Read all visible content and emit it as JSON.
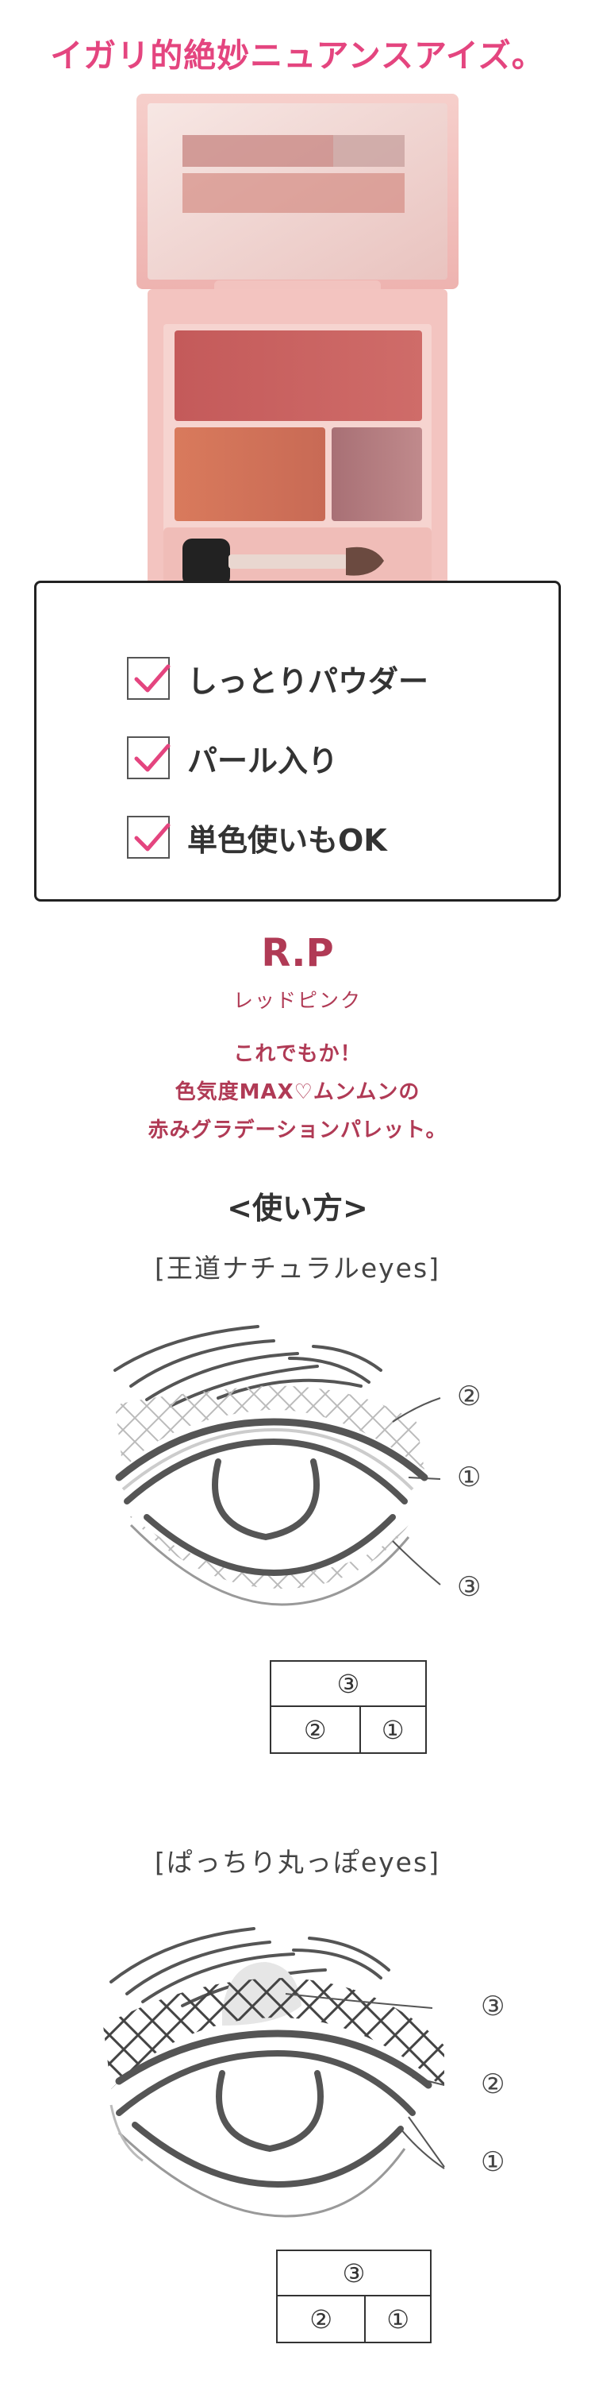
{
  "headline": "イガリ的絶妙ニュアンスアイズ。",
  "features": [
    "しっとりパウダー",
    "パール入り",
    "単色使いもOK"
  ],
  "product": {
    "code": "R.P",
    "shade_name": "レッドピンク",
    "description": [
      "これでもか！",
      "色気度MAX♡ムンムンの",
      "赤みグラデーションパレット。"
    ]
  },
  "how_to": {
    "title": "<使い方>",
    "styles": [
      {
        "title": "[王道ナチュラルeyes]",
        "callouts": [
          "②",
          "①",
          "③"
        ],
        "grid": {
          "top": "③",
          "bottom_left": "②",
          "bottom_right": "①"
        }
      },
      {
        "title": "[ぱっちり丸っぽeyes]",
        "callouts": [
          "③",
          "②",
          "①"
        ],
        "grid": {
          "top": "③",
          "bottom_left": "②",
          "bottom_right": "①"
        }
      }
    ]
  },
  "colors": {
    "headline": "#e4457f",
    "product_text": "#b03a55",
    "check": "#e4457f",
    "case_pink": "#f3c4c0",
    "shadow_main": "#c46060",
    "shadow_orange": "#d97a5c",
    "shadow_mauve": "#b77c80"
  },
  "icons": [
    "check-icon",
    "eye-diagram-icon",
    "eyeshadow-palette-icon",
    "applicator-brush-icon"
  ]
}
